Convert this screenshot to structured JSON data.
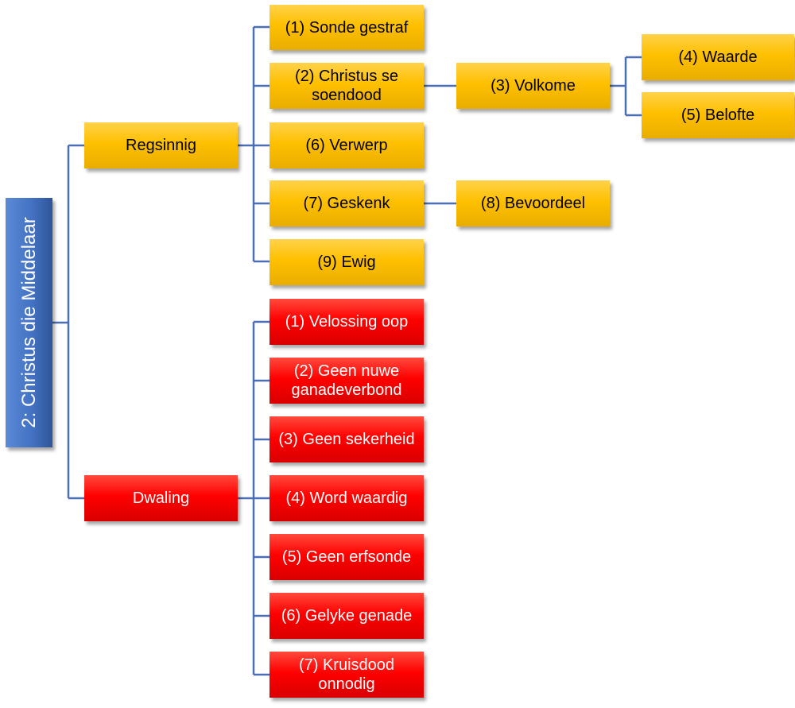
{
  "root": {
    "label": "2: Christus die Middelaar"
  },
  "regsinnig": {
    "label": "Regsinnig",
    "items": [
      {
        "label": "(1) Sonde gestraf"
      },
      {
        "label": "(2) Christus se soendood"
      },
      {
        "label": "(3) Volkome"
      },
      {
        "label": "(4) Waarde"
      },
      {
        "label": "(5) Belofte"
      },
      {
        "label": "(6) Verwerp"
      },
      {
        "label": "(7) Geskenk"
      },
      {
        "label": "(8) Bevoordeel"
      },
      {
        "label": "(9) Ewig"
      }
    ]
  },
  "dwaling": {
    "label": "Dwaling",
    "items": [
      {
        "label": "(1) Velossing oop"
      },
      {
        "label": "(2) Geen nuwe ganadeverbond"
      },
      {
        "label": "(3) Geen sekerheid"
      },
      {
        "label": "(4) Word waardig"
      },
      {
        "label": "(5) Geen erfsonde"
      },
      {
        "label": "(6) Gelyke genade"
      },
      {
        "label": "(7) Kruisdood onnodig"
      }
    ]
  },
  "colors": {
    "root": "#4472c4",
    "regsinnig": "#ffc000",
    "dwaling": "#ff0000",
    "connector": "#4a6fb5"
  }
}
